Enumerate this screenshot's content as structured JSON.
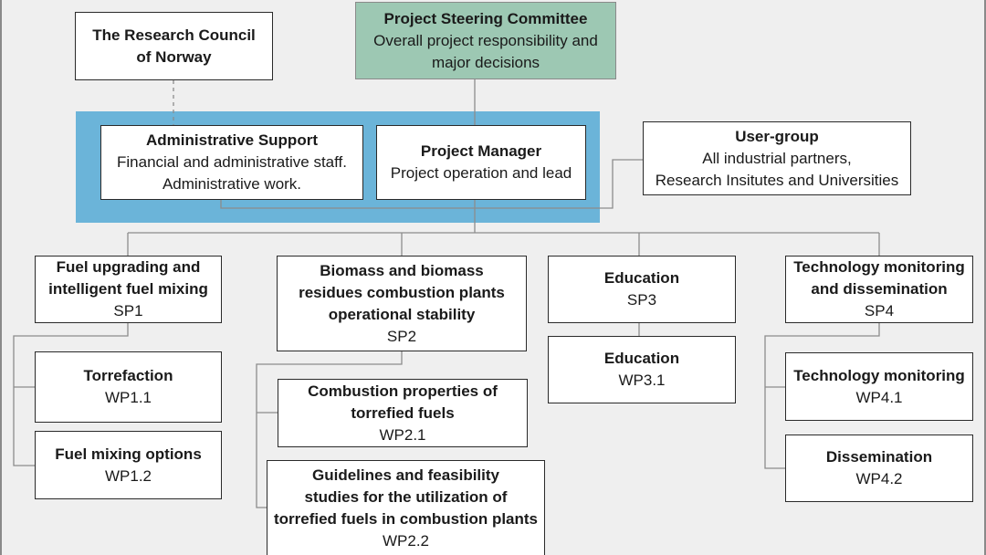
{
  "steering": {
    "title": "Project Steering Committee",
    "desc": [
      "Overall project responsibility and",
      "major decisions"
    ]
  },
  "research_council": {
    "title": [
      "The Research Council",
      "of Norway"
    ]
  },
  "admin": {
    "title": "Administrative Support",
    "desc": [
      "Financial and administrative staff.",
      "Administrative work."
    ]
  },
  "manager": {
    "title": "Project Manager",
    "desc": [
      "Project operation and lead"
    ]
  },
  "user_group": {
    "title": "User-group",
    "desc": [
      "All industrial partners,",
      "Research Insitutes and Universities"
    ]
  },
  "sp1": {
    "title": [
      "Fuel upgrading and",
      "intelligent fuel mixing"
    ],
    "code": "SP1"
  },
  "sp2": {
    "title": [
      "Biomass and biomass",
      "residues combustion plants",
      "operational stability"
    ],
    "code": "SP2"
  },
  "sp3": {
    "title": [
      "Education"
    ],
    "code": "SP3"
  },
  "sp4": {
    "title": [
      "Technology monitoring",
      "and  dissemination"
    ],
    "code": "SP4"
  },
  "wp11": {
    "title": "Torrefaction",
    "code": "WP1.1"
  },
  "wp12": {
    "title": "Fuel mixing options",
    "code": "WP1.2"
  },
  "wp21": {
    "title": [
      "Combustion properties of",
      "torrefied fuels"
    ],
    "code": "WP2.1"
  },
  "wp22": {
    "title": [
      "Guidelines and feasibility",
      "studies for the utilization of",
      "torrefied fuels in combustion plants"
    ],
    "code": "WP2.2"
  },
  "wp31": {
    "title": "Education",
    "code": "WP3.1"
  },
  "wp41": {
    "title": "Technology monitoring",
    "code": "WP4.1"
  },
  "wp42": {
    "title": "Dissemination",
    "code": "WP4.2"
  }
}
